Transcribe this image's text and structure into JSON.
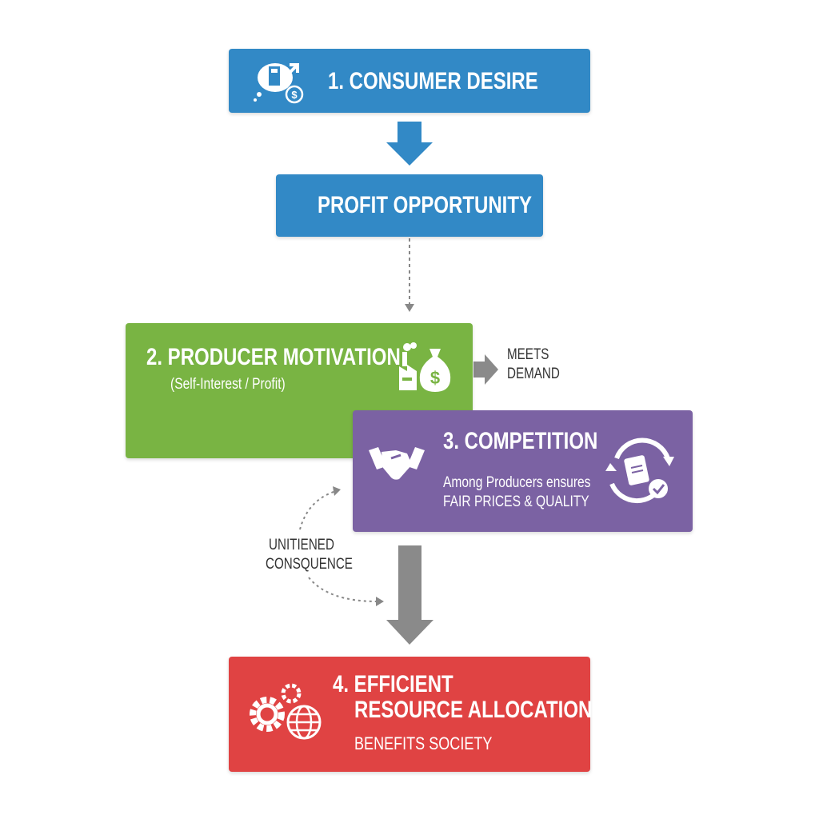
{
  "colors": {
    "blue": "#3289C6",
    "green": "#79B443",
    "purple": "#7B62A3",
    "red": "#E04343",
    "gray": "#8A8A8A"
  },
  "step1": {
    "title": "1. CONSUMER DESIRE",
    "icon": "thought-cloud-device-dollar-icon"
  },
  "step1b": {
    "title": "PROFIT OPPORTUNITY"
  },
  "step2": {
    "title": "2. PRODUCER MOTIVATION",
    "subtitle": "(Self-Interest / Profit)",
    "icon": "factory-money-bag-icon"
  },
  "meets": {
    "line1": "MEETS",
    "line2": "DEMAND"
  },
  "step3": {
    "title": "3. COMPETITION",
    "line1": "Among Producers ensures",
    "line2": "FAIR PRICES & QUALITY",
    "icon_left": "handshake-icon",
    "icon_right": "price-tag-cycle-icon"
  },
  "consequence": {
    "line1": "UNITIENED",
    "line2": "CONSQUENCE"
  },
  "step4": {
    "line1": "4. EFFICIENT",
    "line2": "RESOURCE ALLOCATION",
    "subtitle": "BENEFITS SOCIETY",
    "icon": "gears-globe-icon"
  }
}
